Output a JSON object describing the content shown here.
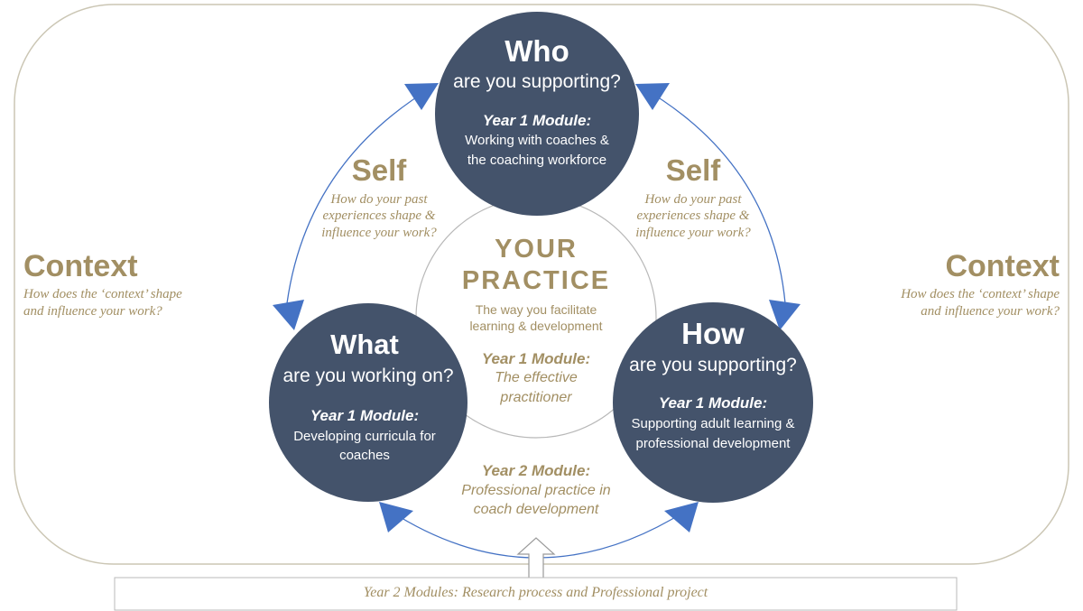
{
  "colors": {
    "circle_fill": "#44536b",
    "gold": "#a28f63",
    "arrow_blue": "#4472c4",
    "frame": "#cbc6b4",
    "white": "#ffffff"
  },
  "context_left": {
    "title": "Context",
    "q1": "How does the ‘context’ shape",
    "q2": "and influence your work?"
  },
  "context_right": {
    "title": "Context",
    "q1": "How does the ‘context’ shape",
    "q2": "and influence your work?"
  },
  "self_left": {
    "title": "Self",
    "q1": "How do your past",
    "q2": "experiences shape &",
    "q3": "influence your work?"
  },
  "self_right": {
    "title": "Self",
    "q1": "How do your past",
    "q2": "experiences shape &",
    "q3": "influence your work?"
  },
  "who": {
    "title": "Who",
    "subtitle": "are you supporting?",
    "module_label": "Year 1 Module:",
    "module_l1": "Working with coaches &",
    "module_l2": "the coaching workforce"
  },
  "what": {
    "title": "What",
    "subtitle": "are you working on?",
    "module_label": "Year 1 Module:",
    "module_l1": "Developing curricula for",
    "module_l2": "coaches"
  },
  "how": {
    "title": "How",
    "subtitle": "are you supporting?",
    "module_label": "Year 1 Module:",
    "module_l1": "Supporting adult learning &",
    "module_l2": "professional development"
  },
  "practice": {
    "title_l1": "YOUR",
    "title_l2": "PRACTICE",
    "desc_l1": "The way you facilitate",
    "desc_l2": "learning & development",
    "module_label": "Year 1 Module:",
    "module_l1": "The effective",
    "module_l2": "practitioner"
  },
  "year2": {
    "module_label": "Year 2 Module:",
    "module_l1": "Professional practice in",
    "module_l2": "coach development"
  },
  "bottom_box": {
    "text": "Year 2 Modules: Research process and Professional project"
  }
}
